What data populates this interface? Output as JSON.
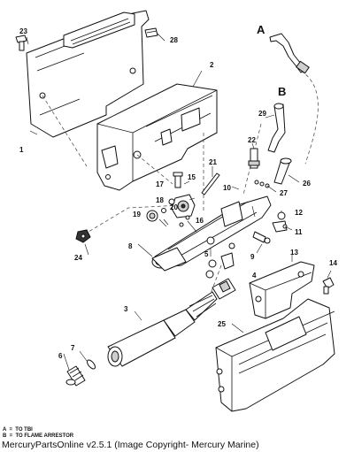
{
  "callouts": {
    "c1": "1",
    "c2": "2",
    "c3": "3",
    "c4": "4",
    "c5": "5",
    "c6": "6",
    "c7": "7",
    "c8": "8",
    "c9": "9",
    "c10": "10",
    "c11": "11",
    "c12": "12",
    "c13": "13",
    "c14": "14",
    "c15": "15",
    "c16": "16",
    "c17": "17",
    "c18": "18",
    "c19": "19",
    "c20": "20",
    "c21": "21",
    "c22": "22",
    "c23": "23",
    "c24": "24",
    "c25": "25",
    "c26": "26",
    "c27": "27",
    "c28": "28",
    "c29": "29"
  },
  "markers": {
    "a": "A",
    "b": "B"
  },
  "legend": {
    "a": "A  =  TO TBI",
    "b": "B  =  TO FLAME ARRESTOR"
  },
  "footer": "MercuryPartsOnline v2.5.1 (Image Copyright- Mercury Marine)"
}
